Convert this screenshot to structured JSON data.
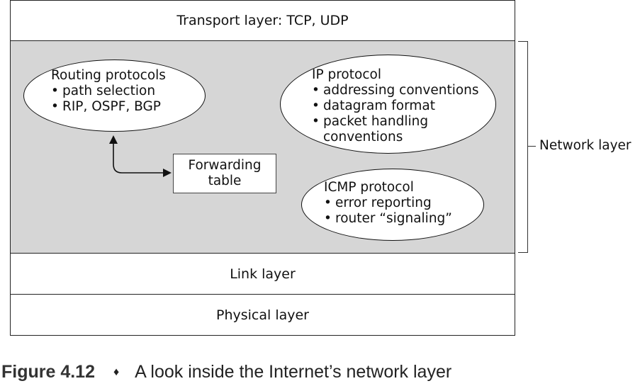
{
  "layers": {
    "transport": "Transport layer: TCP, UDP",
    "link": "Link layer",
    "physical": "Physical layer"
  },
  "network_layer_label": "Network layer",
  "routing": {
    "title": "Routing protocols",
    "items": [
      "path selection",
      "RIP, OSPF, BGP"
    ]
  },
  "ip": {
    "title": "IP protocol",
    "items": [
      "addressing conventions",
      "datagram format",
      "packet handling conventions"
    ]
  },
  "icmp": {
    "title": "ICMP protocol",
    "items": [
      "error reporting",
      "router “signaling”"
    ]
  },
  "forwarding_table": {
    "line1": "Forwarding",
    "line2": "table"
  },
  "caption": {
    "figure_number": "Figure 4.12",
    "separator": "♦",
    "text": "A look inside the Internet’s network layer"
  }
}
